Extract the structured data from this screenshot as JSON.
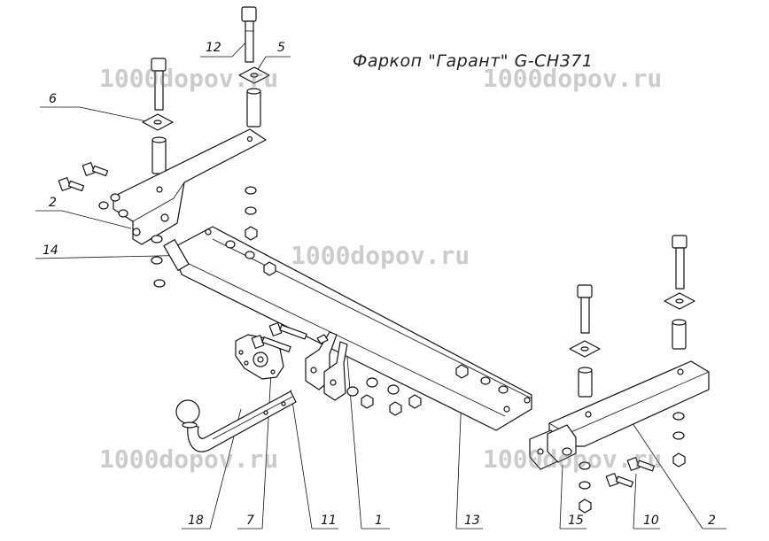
{
  "title": "Фаркоп \"Гарант\" G-CH371",
  "watermark": "1000dopov.ru",
  "callouts": {
    "c12": "12",
    "c5": "5",
    "c6": "6",
    "c2_left": "2",
    "c14": "14",
    "c18": "18",
    "c7": "7",
    "c11": "11",
    "c1": "1",
    "c13": "13",
    "c15": "15",
    "c10": "10",
    "c2_right": "2"
  }
}
